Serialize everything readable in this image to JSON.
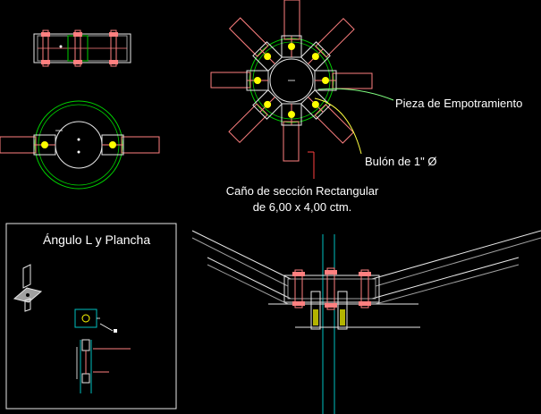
{
  "drawing": {
    "background": "#000000",
    "colors": {
      "tube": "#ff8080",
      "plate": "#e8e8e8",
      "circle": "#00d000",
      "bolt": "#ffff00",
      "leader_green": "#80ff80",
      "leader_yellow": "#ffff40",
      "leader_red": "#ff4040",
      "axis": "#00c0c0",
      "line": "#ffffff",
      "grey": "#a0a0a0"
    },
    "labels": {
      "pieza": "Pieza de Empotramiento",
      "bulon": "Bulón de 1\" Ø",
      "cano_line1": "Caño de sección Rectangular",
      "cano_line2": "de 6,00 x 4,00 ctm."
    },
    "inset": {
      "title": "Ángulo L y Plancha"
    }
  }
}
